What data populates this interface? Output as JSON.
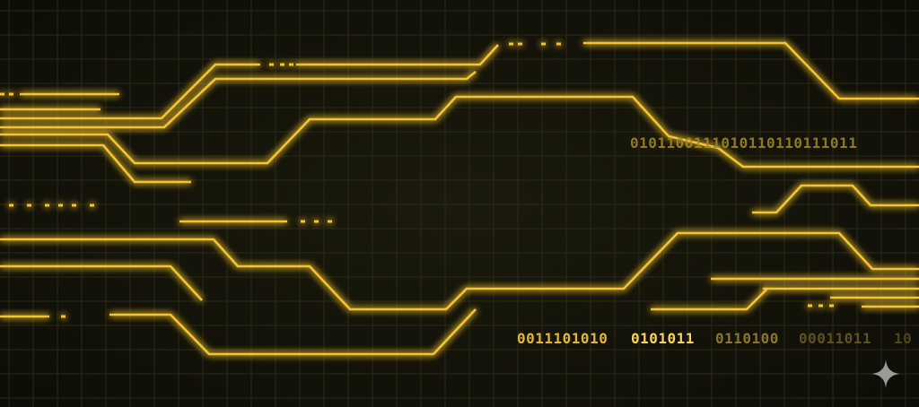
{
  "binary_upper": "0101100111010110110111011",
  "binary_lower": [
    "0011101010",
    "0101011",
    "0110100",
    "00011011",
    "10"
  ],
  "colors": {
    "line": "#f4c430",
    "background": "#121108",
    "grid": "#2a2918"
  },
  "watermark_icon": "sparkle-icon"
}
